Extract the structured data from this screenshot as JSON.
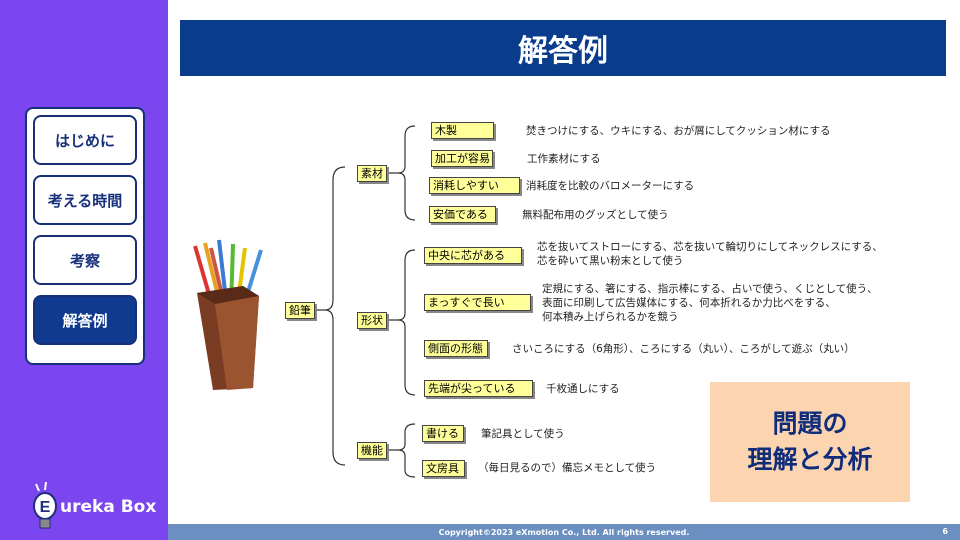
{
  "nav": {
    "items": [
      {
        "label": "はじめに"
      },
      {
        "label": "考える時間"
      },
      {
        "label": "考察"
      },
      {
        "label": "解答例",
        "active": true
      }
    ]
  },
  "logo": {
    "text": "ureka Box"
  },
  "title": "解答例",
  "mindmap": {
    "root": "鉛筆",
    "categories": [
      {
        "label": "素材",
        "items": [
          {
            "label": "木製",
            "text": "焚きつけにする、ウキにする、おが屑にしてクッション材にする"
          },
          {
            "label": "加工が容易",
            "text": "工作素材にする"
          },
          {
            "label": "消耗しやすい",
            "text": "消耗度を比較のバロメーターにする"
          },
          {
            "label": "安価である",
            "text": "無料配布用のグッズとして使う"
          }
        ]
      },
      {
        "label": "形状",
        "items": [
          {
            "label": "中央に芯がある",
            "lines": [
              "芯を抜いてストローにする、芯を抜いて輪切りにしてネックレスにする、",
              "芯を砕いて黒い粉末として使う"
            ]
          },
          {
            "label": "まっすぐで長い",
            "lines": [
              "定規にする、箸にする、指示棒にする、占いで使う、くじとして使う、",
              "表面に印刷して広告媒体にする、何本折れるか力比べをする、",
              "何本積み上げられるかを競う"
            ]
          },
          {
            "label": "側面の形態",
            "text": "さいころにする（6角形）、ころにする（丸い）、ころがして遊ぶ（丸い）"
          },
          {
            "label": "先端が尖っている",
            "text": "千枚通しにする"
          }
        ]
      },
      {
        "label": "機能",
        "items": [
          {
            "label": "書ける",
            "text": "筆記具として使う"
          },
          {
            "label": "文房具",
            "text": "（毎日見るので）備忘メモとして使う"
          }
        ]
      }
    ]
  },
  "summary": {
    "line1": "問題の",
    "line2": "理解と分析"
  },
  "footer": {
    "copyright": "Copyright©2023 eXmotion Co., Ltd. All rights reserved.",
    "page": "6"
  },
  "colors": {
    "sidebar": "#7b45f0",
    "title": "#0a3c8c",
    "footer": "#6a8fc0",
    "box": "#ffff99",
    "summary": "#fcd5b0"
  }
}
